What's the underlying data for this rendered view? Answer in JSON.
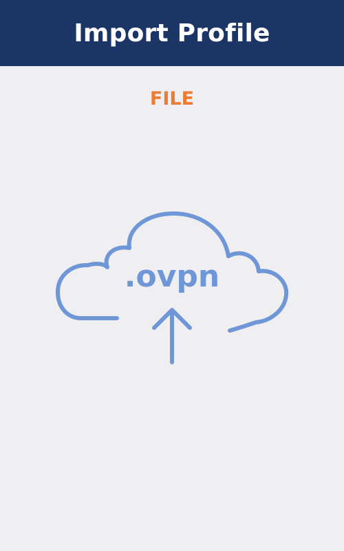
{
  "header": {
    "title": "Import Profile"
  },
  "tab": {
    "label": "FILE"
  },
  "upload": {
    "extension": ".ovpn",
    "icon": "cloud-upload-icon"
  },
  "colors": {
    "header_bg": "#1b3666",
    "background": "#efeff2",
    "accent": "#ec7c31",
    "icon": "#6f96d6"
  }
}
